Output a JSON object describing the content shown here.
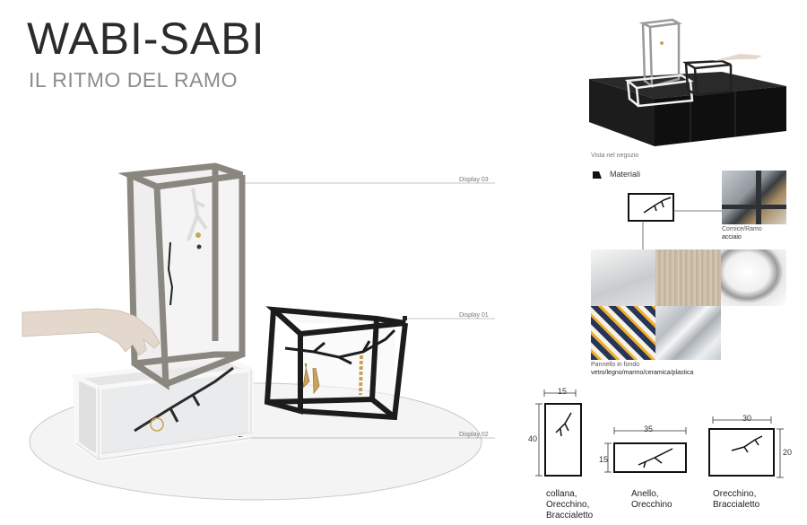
{
  "title": "WABI-SABI",
  "subtitle": "IL RITMO DEL RAMO",
  "callouts": {
    "display3": "Display 03",
    "display1": "Display 01",
    "display2": "Display 02"
  },
  "shop_view_caption": "Vista nel negozio",
  "materials": {
    "heading": "Materiali",
    "frame_label": "Cornice/Ramo",
    "frame_material": "acciaio",
    "panel_label": "Pannello in fondo",
    "panel_material": "vetro/legno/marmo/ceramica/plastica"
  },
  "dimensions": {
    "tall": {
      "width": "15",
      "height": "40",
      "caption": [
        "collana,",
        "Orecchino,",
        "Braccialetto"
      ]
    },
    "wide": {
      "width": "35",
      "height": "15",
      "caption": [
        "Anello,",
        "Orecchino"
      ]
    },
    "medium": {
      "width": "30",
      "height": "20",
      "caption": [
        "Orecchino,",
        "Braccialetto"
      ]
    }
  },
  "colors": {
    "frame_black": "#1c1c1c",
    "frame_grey": "#8a8780",
    "frame_white": "#f2f2f2",
    "gold": "#c9a35a"
  }
}
